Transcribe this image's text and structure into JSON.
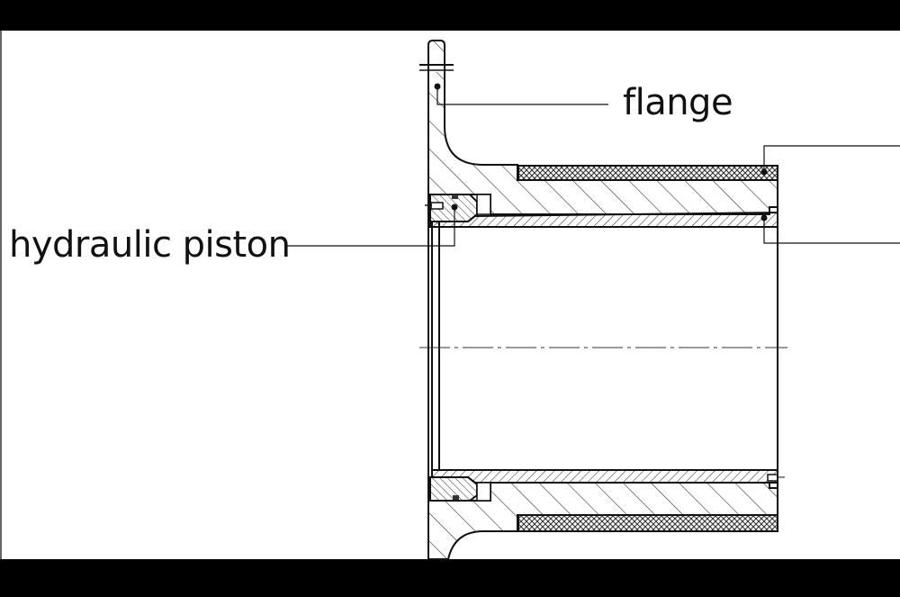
{
  "diagram": {
    "type": "engineering cross-section drawing",
    "labels": {
      "flange": "flange",
      "hydraulic_piston": "hydraulic piston"
    },
    "unlabeled_leaders": [
      "right-upper-leader",
      "right-lower-leader"
    ],
    "colors": {
      "background": "#ffffff",
      "frame_bars": "#000000",
      "lines": "#111111",
      "hatch": "#333333"
    }
  }
}
